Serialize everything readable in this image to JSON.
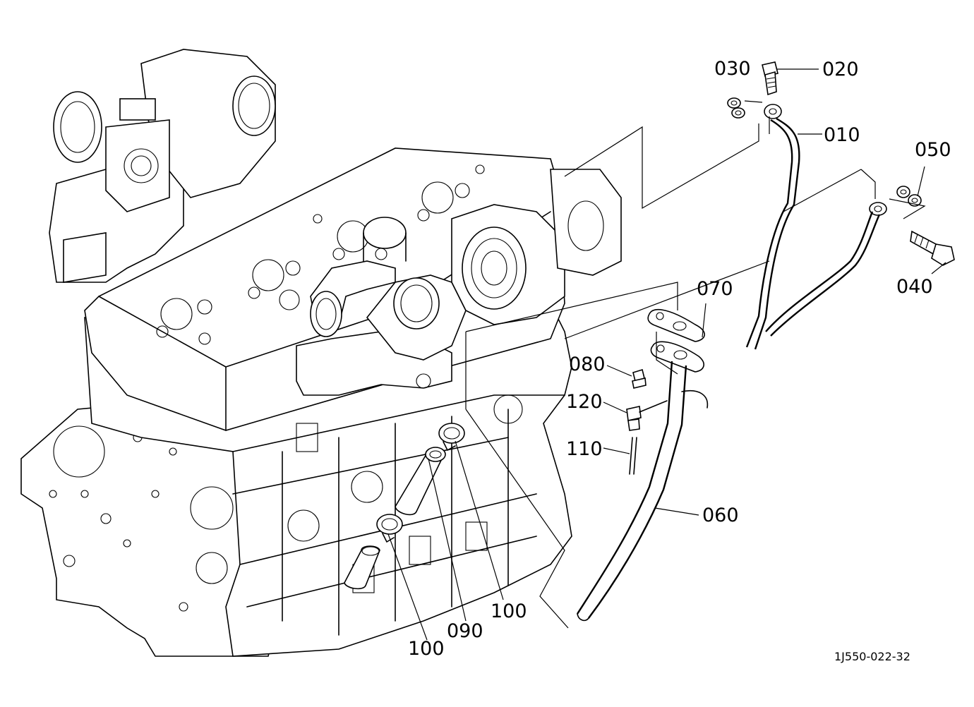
{
  "diagram": {
    "callouts": [
      {
        "id": "c010",
        "label": "010"
      },
      {
        "id": "c020",
        "label": "020"
      },
      {
        "id": "c030",
        "label": "030"
      },
      {
        "id": "c040",
        "label": "040"
      },
      {
        "id": "c050",
        "label": "050"
      },
      {
        "id": "c060",
        "label": "060"
      },
      {
        "id": "c070",
        "label": "070"
      },
      {
        "id": "c080",
        "label": "080"
      },
      {
        "id": "c090",
        "label": "090"
      },
      {
        "id": "c100a",
        "label": "100"
      },
      {
        "id": "c100b",
        "label": "100"
      },
      {
        "id": "c110",
        "label": "110"
      },
      {
        "id": "c120",
        "label": "120"
      }
    ],
    "figure_id": "1J550-022-32"
  }
}
